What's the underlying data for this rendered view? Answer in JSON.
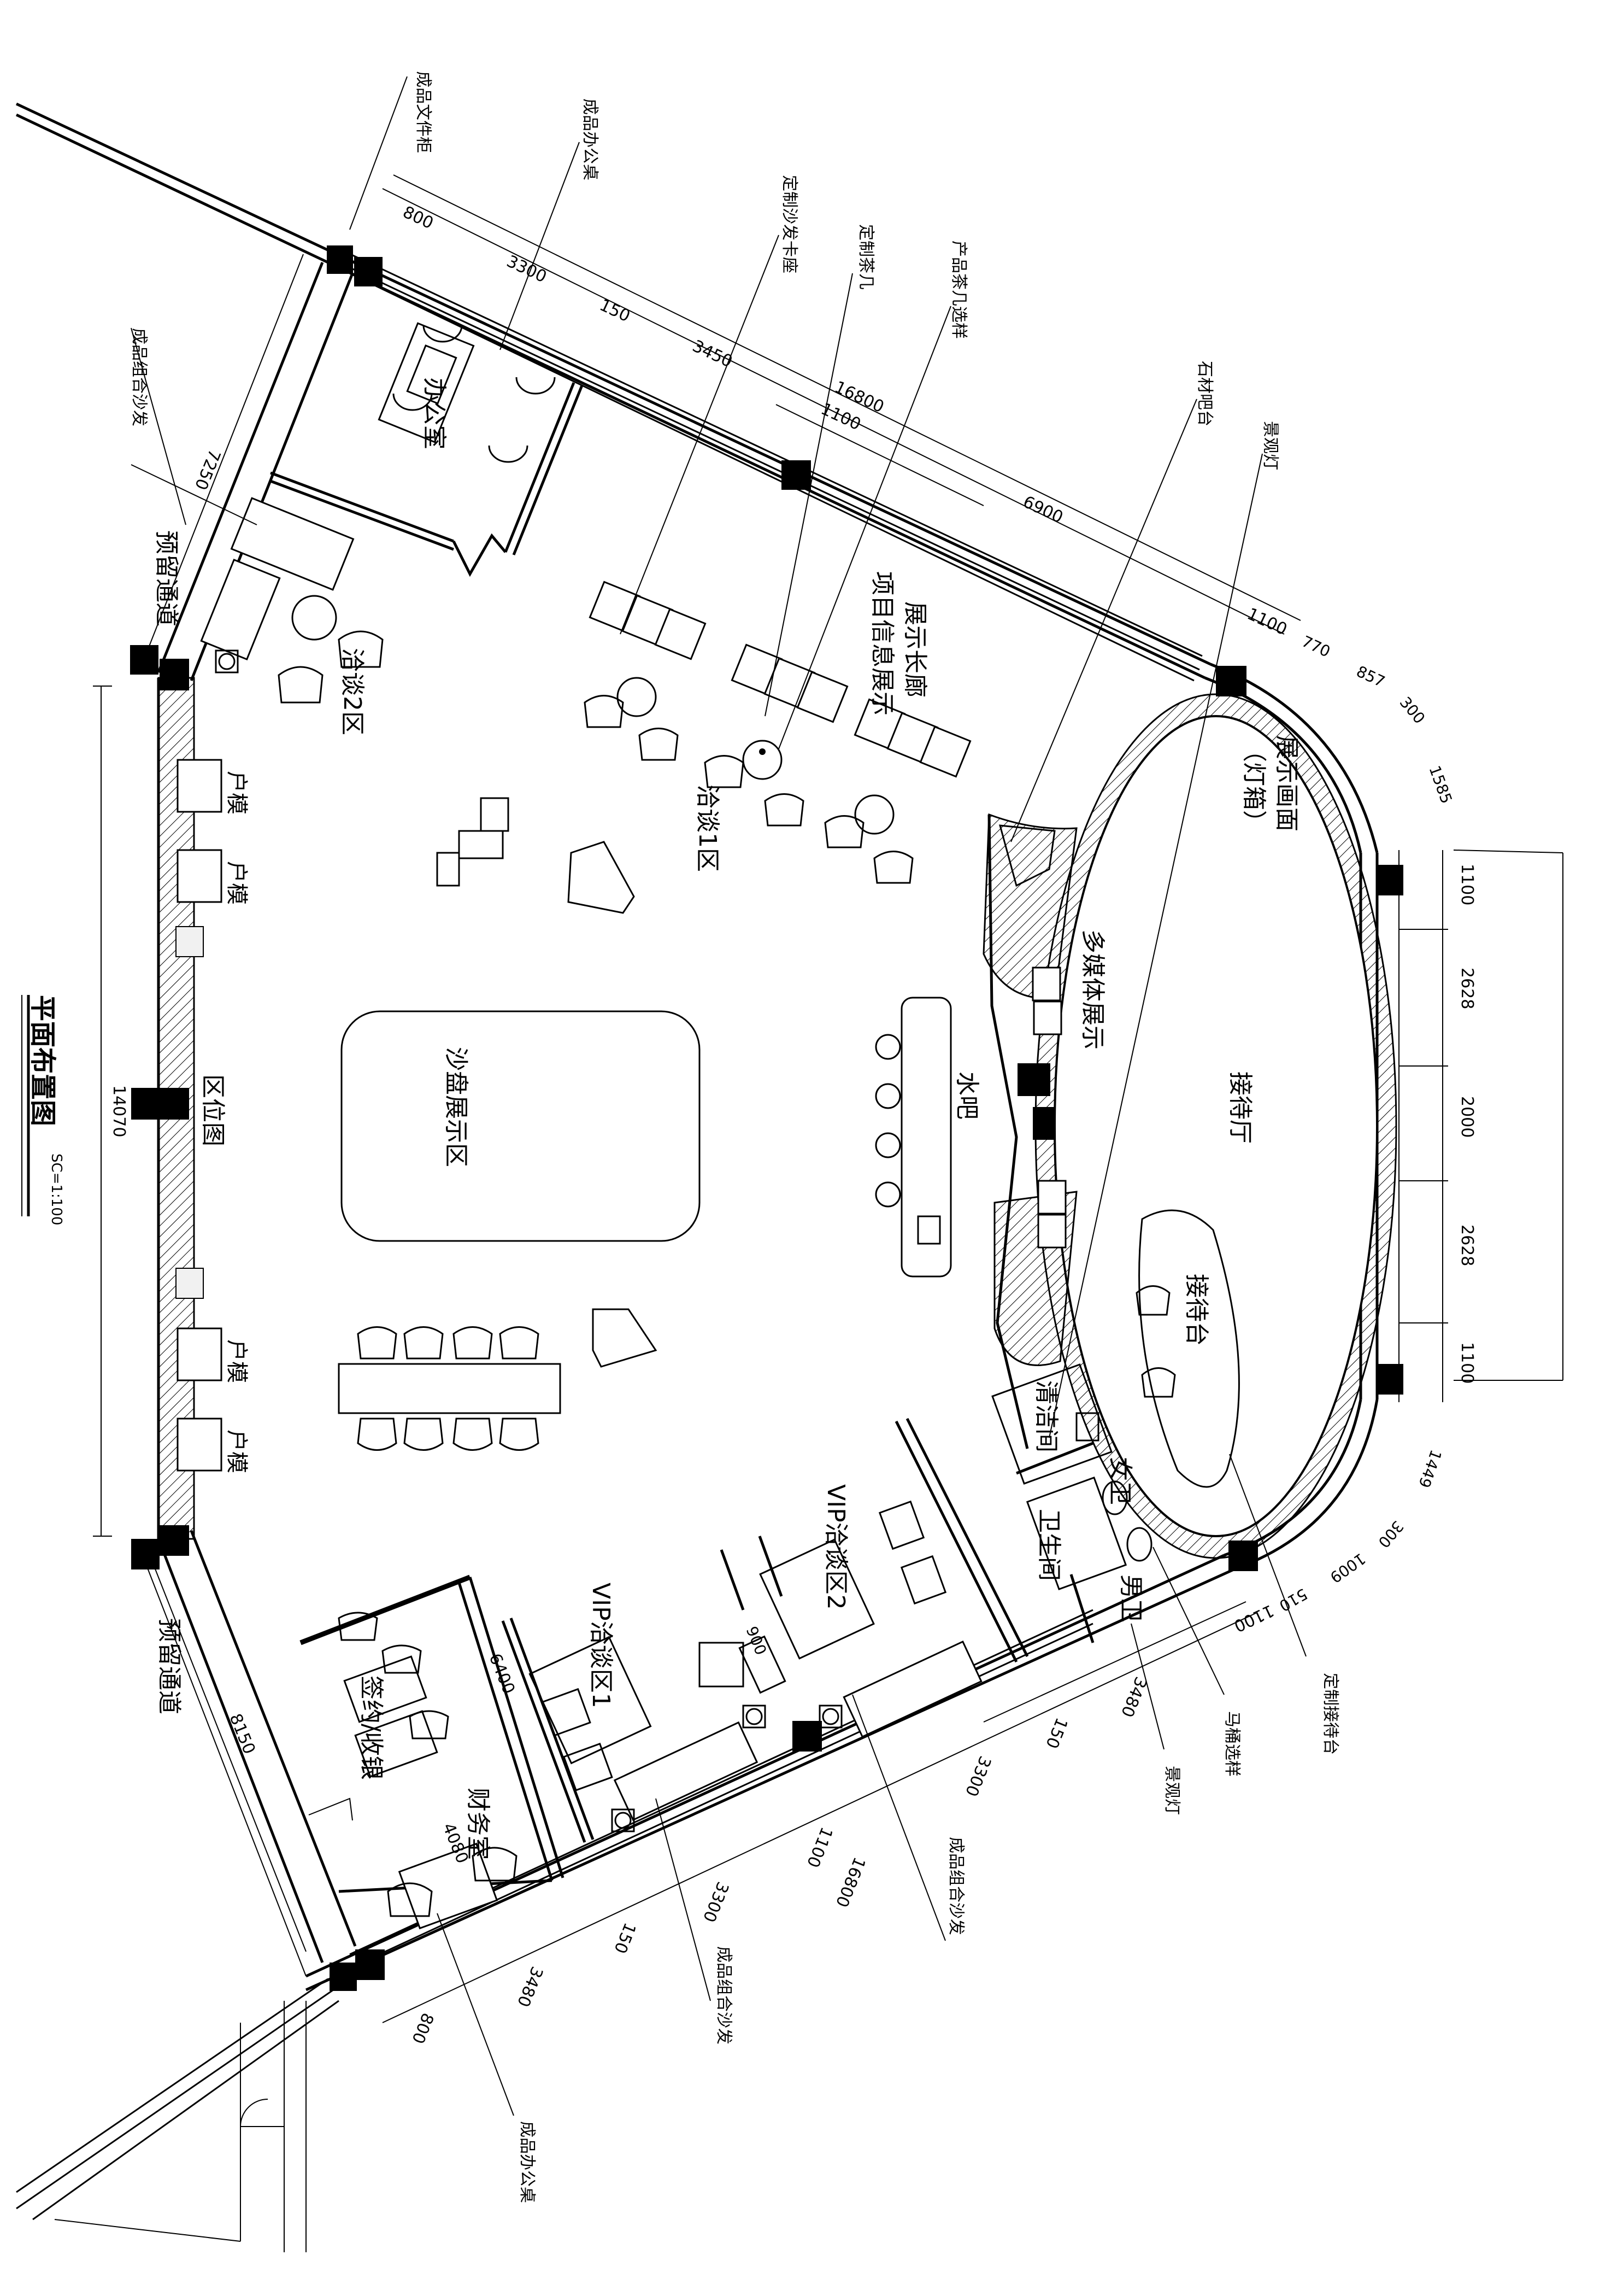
{
  "drawing": {
    "title": "平面布置图",
    "scale": "SC=1:100"
  },
  "rooms": {
    "office": "办公室",
    "talk_area_2": "洽谈2区",
    "exhibit_corridor": "展示长廊",
    "project_info": "项目信息展示",
    "talk_area_1": "洽谈1区",
    "exhibit_screen": "展示画面",
    "lightbox": "（灯箱）",
    "multimedia": "多媒体展示",
    "reception_hall": "接待厅",
    "reception_desk": "接待台",
    "water_bar": "水吧",
    "sand_table": "沙盘展示区",
    "location_map": "区位图",
    "model_1": "户模",
    "model_2": "户模",
    "model_3": "户模",
    "model_4": "户模",
    "janitor": "清洁间",
    "female_wc": "女卫",
    "restroom": "卫生间",
    "male_wc": "男卫",
    "vip_1": "VIP洽谈区1",
    "vip_2": "VIP洽谈区2",
    "signing": "签约/收银",
    "finance": "财务室",
    "reserved_passage_1": "预留通道",
    "reserved_passage_2": "预留通道"
  },
  "callouts": {
    "c1": "成品文件柜",
    "c2": "成品办公桌",
    "c3": "定制沙发卡座",
    "c4": "定制茶几",
    "c5": "产品茶几选样",
    "c6": "石材吧台",
    "c7": "景观灯",
    "c8": "成品组合沙发",
    "c9": "定制接待台",
    "c10": "马桶选样",
    "c11": "景观灯",
    "c12": "成品组合沙发",
    "c13": "成品组合沙发",
    "c14": "成品办公桌"
  },
  "dimensions": {
    "d800_top": "800",
    "d3300_top": "3300",
    "d150_top": "150",
    "d3450": "3450",
    "d16800_top": "16800",
    "d1100_top": "1100",
    "d6900": "6900",
    "d1100_b": "1100",
    "d770": "770",
    "d857": "857",
    "d300_top": "300",
    "d1585": "1585",
    "d1100_r1": "1100",
    "d2628_r1": "2628",
    "d2000": "2000",
    "d2628_r2": "2628",
    "d1100_r2": "1100",
    "d1449": "1449",
    "d300_r": "300",
    "d1009": "1009",
    "d510": "510",
    "d1100_bot1": "1100",
    "d3480_bot1": "3480",
    "d150_bot1": "150",
    "d3300_bot1": "3300",
    "d1100_bot2": "1100",
    "d16800_bot": "16800",
    "d3300_bot2": "3300",
    "d150_bot2": "150",
    "d3480_bot2": "3480",
    "d800_bot": "800",
    "d7250": "7250",
    "d14070": "14070",
    "d8150": "8150",
    "d6400": "6400",
    "d4080": "4080",
    "d900": "900"
  }
}
